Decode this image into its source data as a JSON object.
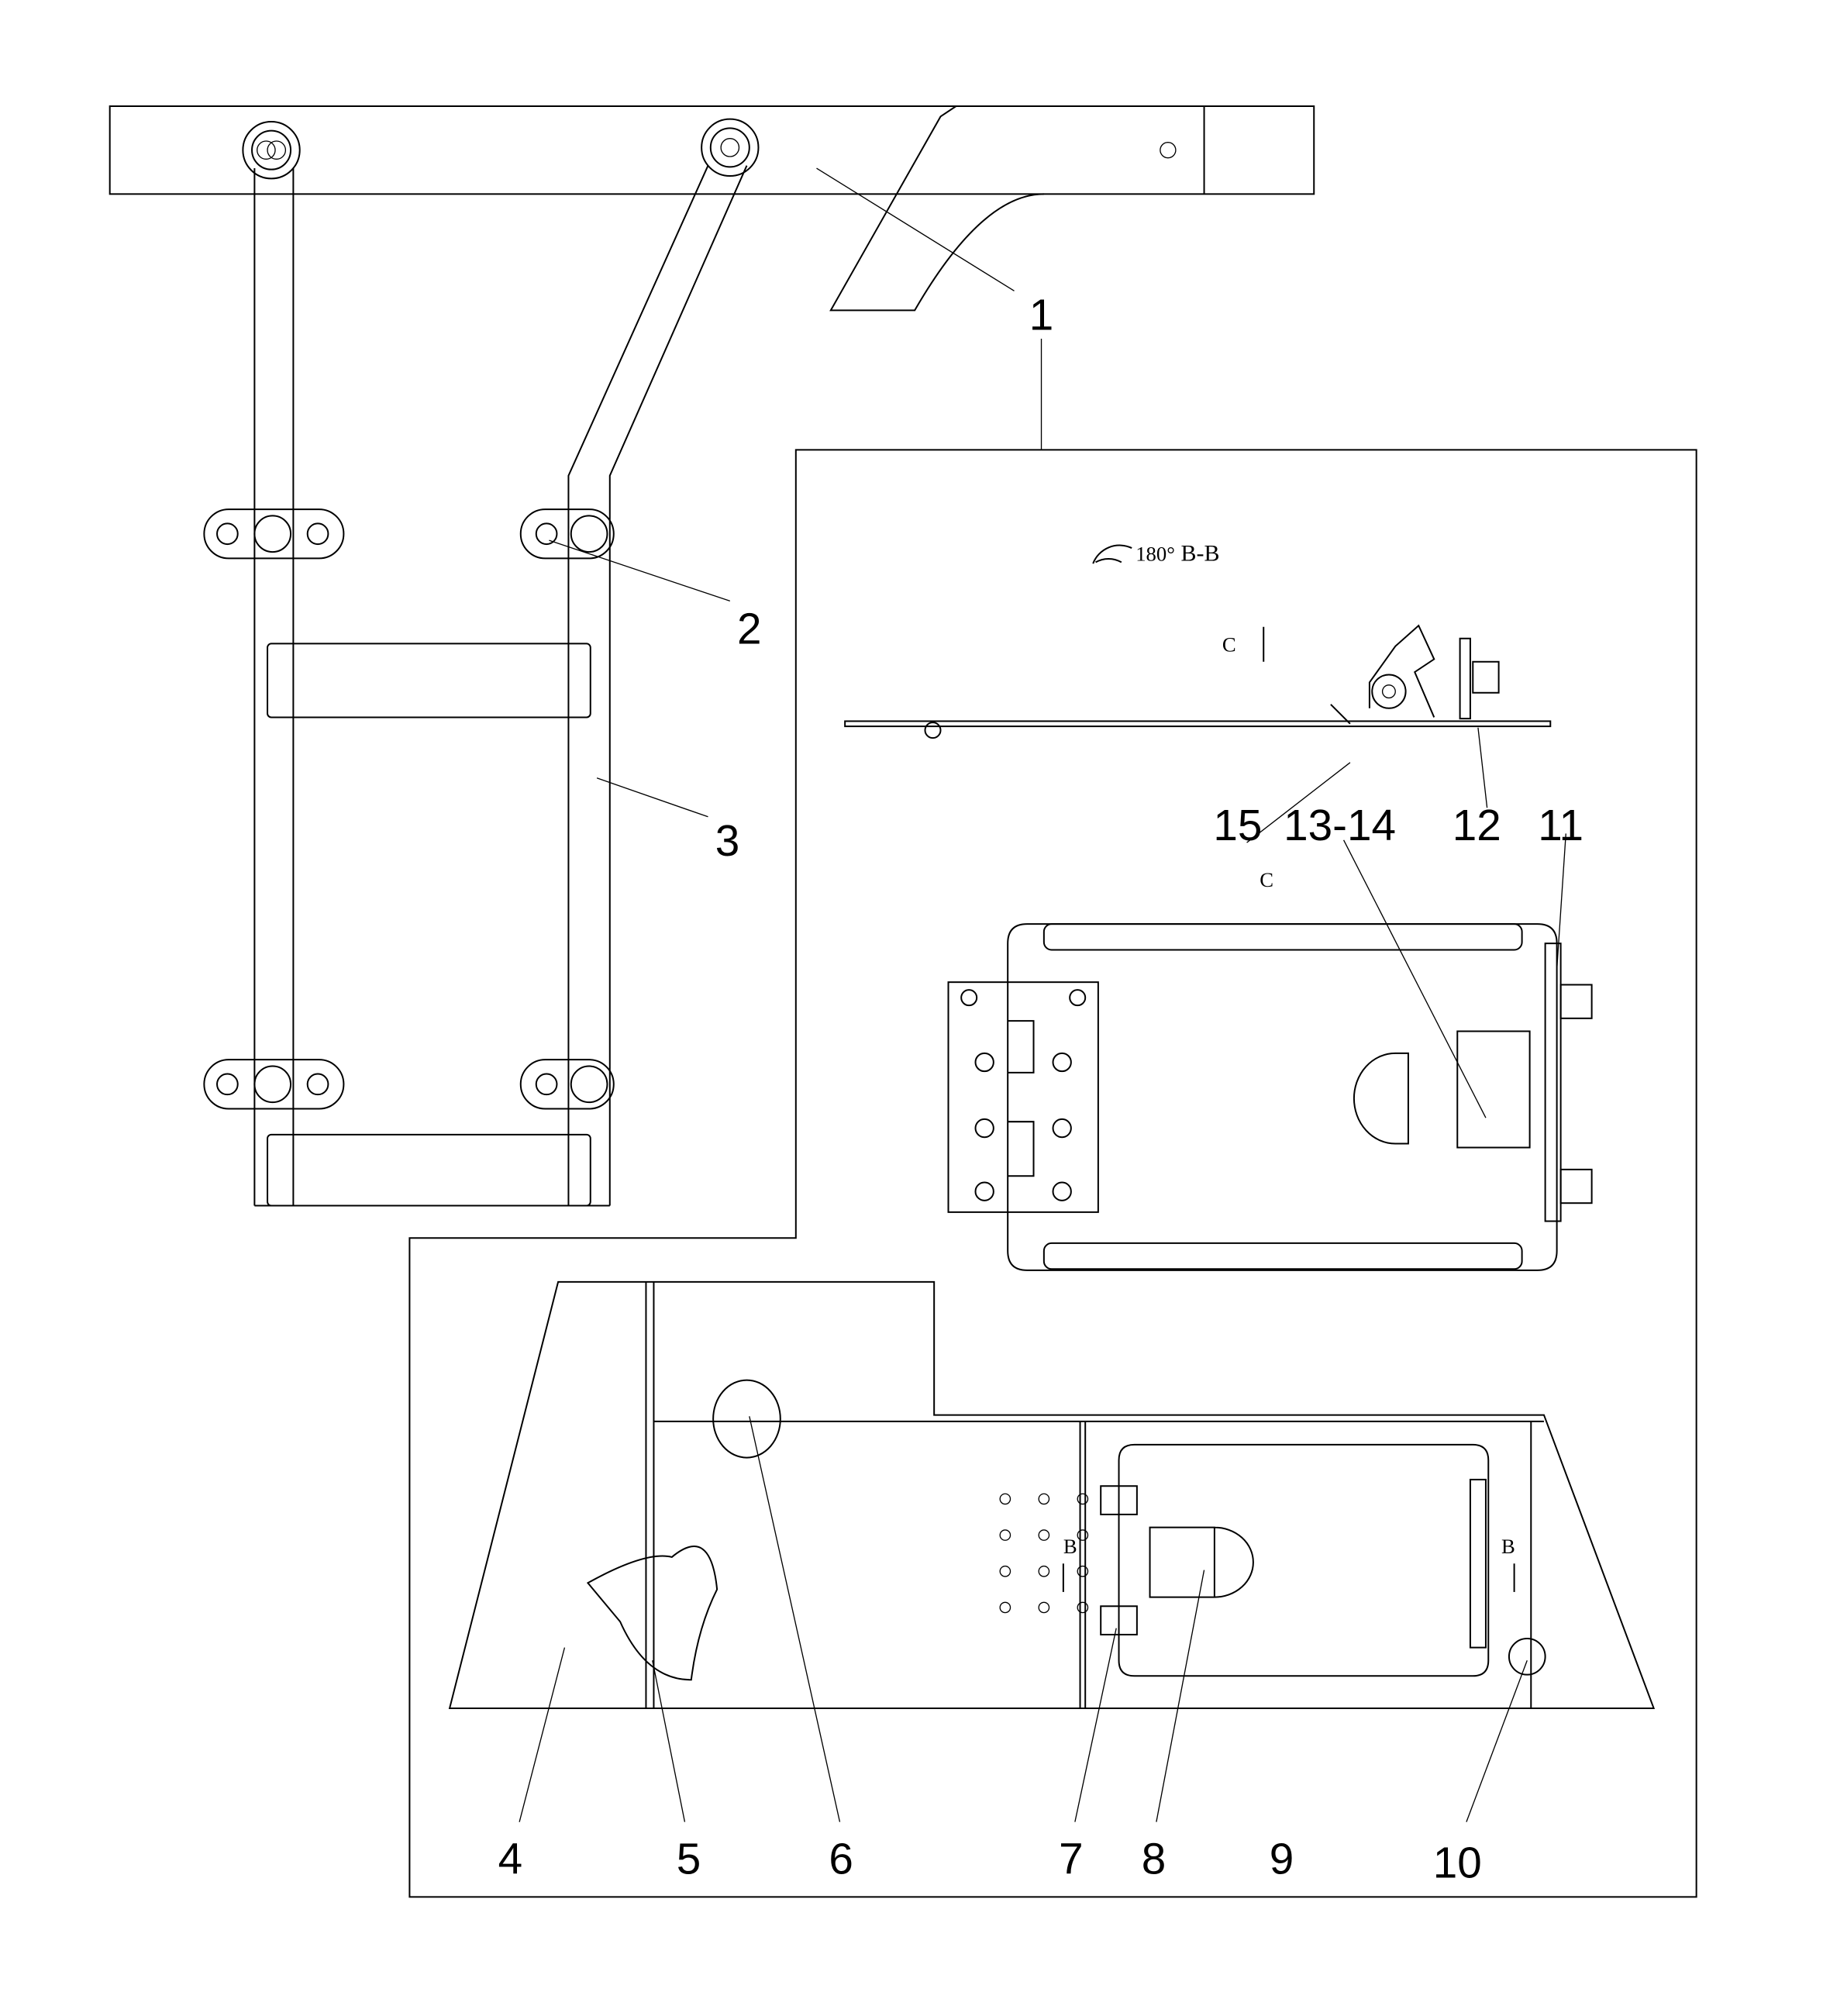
{
  "drawing": {
    "view_label": "B-B",
    "rotation_label": "180°",
    "section_c_arrow": "C",
    "section_c_view": "C",
    "section_b_left": "B",
    "section_b_right": "B",
    "callouts": [
      {
        "id": "1",
        "text": "1"
      },
      {
        "id": "2",
        "text": "2"
      },
      {
        "id": "3",
        "text": "3"
      },
      {
        "id": "4",
        "text": "4"
      },
      {
        "id": "5",
        "text": "5"
      },
      {
        "id": "6",
        "text": "6"
      },
      {
        "id": "7",
        "text": "7"
      },
      {
        "id": "8",
        "text": "8"
      },
      {
        "id": "9",
        "text": "9"
      },
      {
        "id": "10",
        "text": "10"
      },
      {
        "id": "11",
        "text": "11"
      },
      {
        "id": "12",
        "text": "12"
      },
      {
        "id": "13-14",
        "text": "13-14"
      },
      {
        "id": "15",
        "text": "15"
      }
    ]
  }
}
